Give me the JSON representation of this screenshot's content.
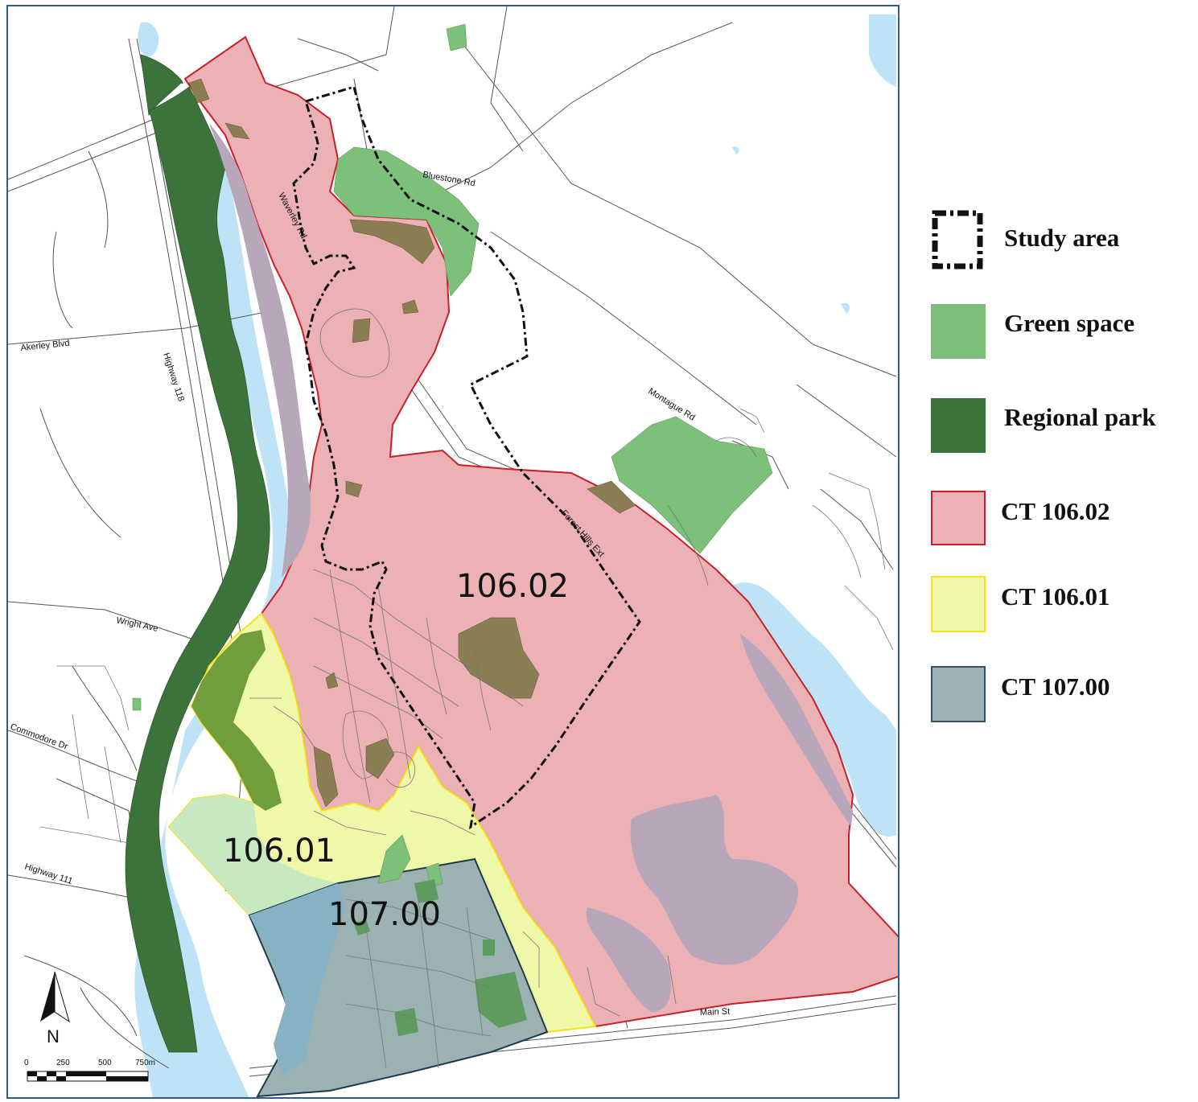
{
  "map": {
    "road_labels": {
      "bluestone": "Bluestone Rd",
      "waverley": "Waverley Rd",
      "akerley": "Akerley Blvd",
      "highway118": "Highway 118",
      "montague": "Montague Rd",
      "forest_hills": "Forest Hills Ext",
      "wright": "Wright Ave",
      "commodore": "Commodore Dr",
      "highway111": "Highway 111",
      "main": "Main St"
    },
    "tract_labels": {
      "ct_106_02": "106.02",
      "ct_106_01": "106.01",
      "ct_107_00": "107.00"
    },
    "north_arrow": {
      "icon": "north-arrow-icon",
      "label": "N"
    },
    "scale_bar": {
      "ticks": [
        "0",
        "250",
        "500",
        "750m"
      ]
    }
  },
  "legend": {
    "items": [
      {
        "label": "Study area",
        "style": "dashed-outline",
        "fill": "#ffffff",
        "stroke": "#111111"
      },
      {
        "label": "Green space",
        "fill": "#7dc07a",
        "stroke": "#7dc07a"
      },
      {
        "label": "Regional park",
        "fill": "#3b733b",
        "stroke": "#3b733b"
      },
      {
        "label": "CT 106.02",
        "fill": "#ecb1b5",
        "stroke": "#c8202a"
      },
      {
        "label": "CT 106.01",
        "fill": "#eff7a8",
        "stroke": "#f2e21a"
      },
      {
        "label": "CT 107.00",
        "fill": "#9cb1b2",
        "stroke": "#3a4f66"
      }
    ]
  },
  "colors": {
    "water": "#bfe3f6",
    "regional_park": "#3b733b",
    "green_space": "#7dc07a",
    "ct_106_02": "#ecb1b5",
    "ct_106_01": "#eff7a8",
    "ct_107_00": "#9cb1b2",
    "map_border": "#2b5d91"
  }
}
